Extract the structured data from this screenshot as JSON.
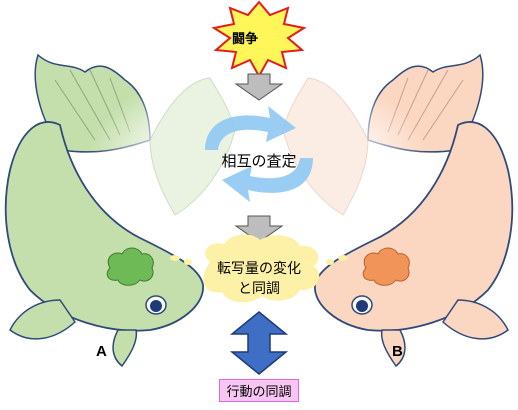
{
  "labels": {
    "conflict": "闘争",
    "mutual_assessment": "相互の査定",
    "change_line1": "転写量の変化",
    "change_line2": "と同調",
    "fish_a": "A",
    "fish_b": "B",
    "behavioral_sync": "行動の同調"
  },
  "colors": {
    "fish_a_body": "#c5dfac",
    "fish_a_stroke": "#2f4a7a",
    "fish_a_blob": "#6dba57",
    "fish_b_body": "#fbd6c0",
    "fish_b_blob": "#f0945a",
    "burst_fill": "#fff65a",
    "burst_stroke": "#e21c1c",
    "cloud_fill": "#fdf1a8",
    "gray_arrow": "#bdbdbd",
    "blue_double_arrow": "#3f6fc4",
    "cycle_arrow": "#8fc8f2",
    "behavior_box": "#f7c6f2"
  }
}
